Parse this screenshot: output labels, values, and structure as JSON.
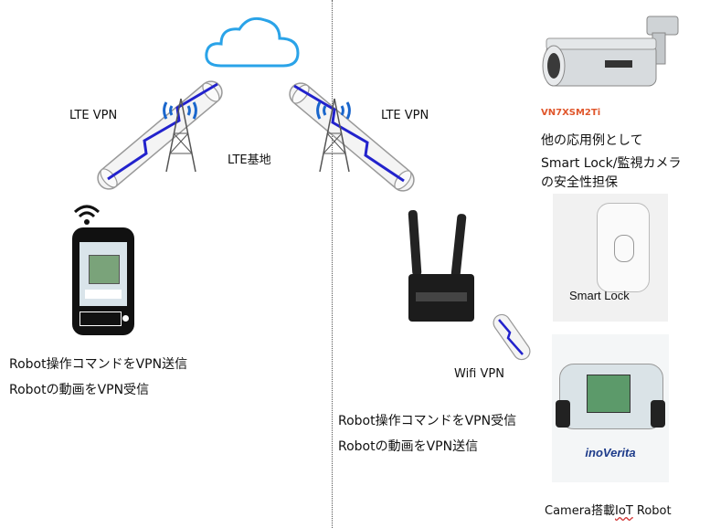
{
  "left": {
    "lte_vpn_label": "LTE VPN",
    "lte_base_label": "LTE基地",
    "phone_caption_1": "Robot操作コマンドをVPN送信",
    "phone_caption_2": "Robotの動画をVPN受信"
  },
  "right": {
    "lte_vpn_label": "LTE VPN",
    "camera_model": "VN7XSM2Ti",
    "other_use_line1": "他の応用例として",
    "other_use_line2": "Smart Lock/監視カメラ",
    "other_use_line3": "の安全性担保",
    "smart_lock_label": "Smart Lock",
    "wifi_vpn_label": "Wifi VPN",
    "router_caption_1": "Robot操作コマンドをVPN受信",
    "router_caption_2": "Robotの動画をVPN送信",
    "robot_caption_prefix": "Camera搭載",
    "robot_caption_iot": "IoT",
    "robot_caption_suffix": " Robot",
    "robot_brand": "inoVerita"
  },
  "colors": {
    "cloud_stroke": "#2aa3e8",
    "tunnel_stroke": "#9a9a9a",
    "lightning": "#2222cc",
    "signal": "#1a66cc",
    "camera_model_color": "#e0562b"
  }
}
